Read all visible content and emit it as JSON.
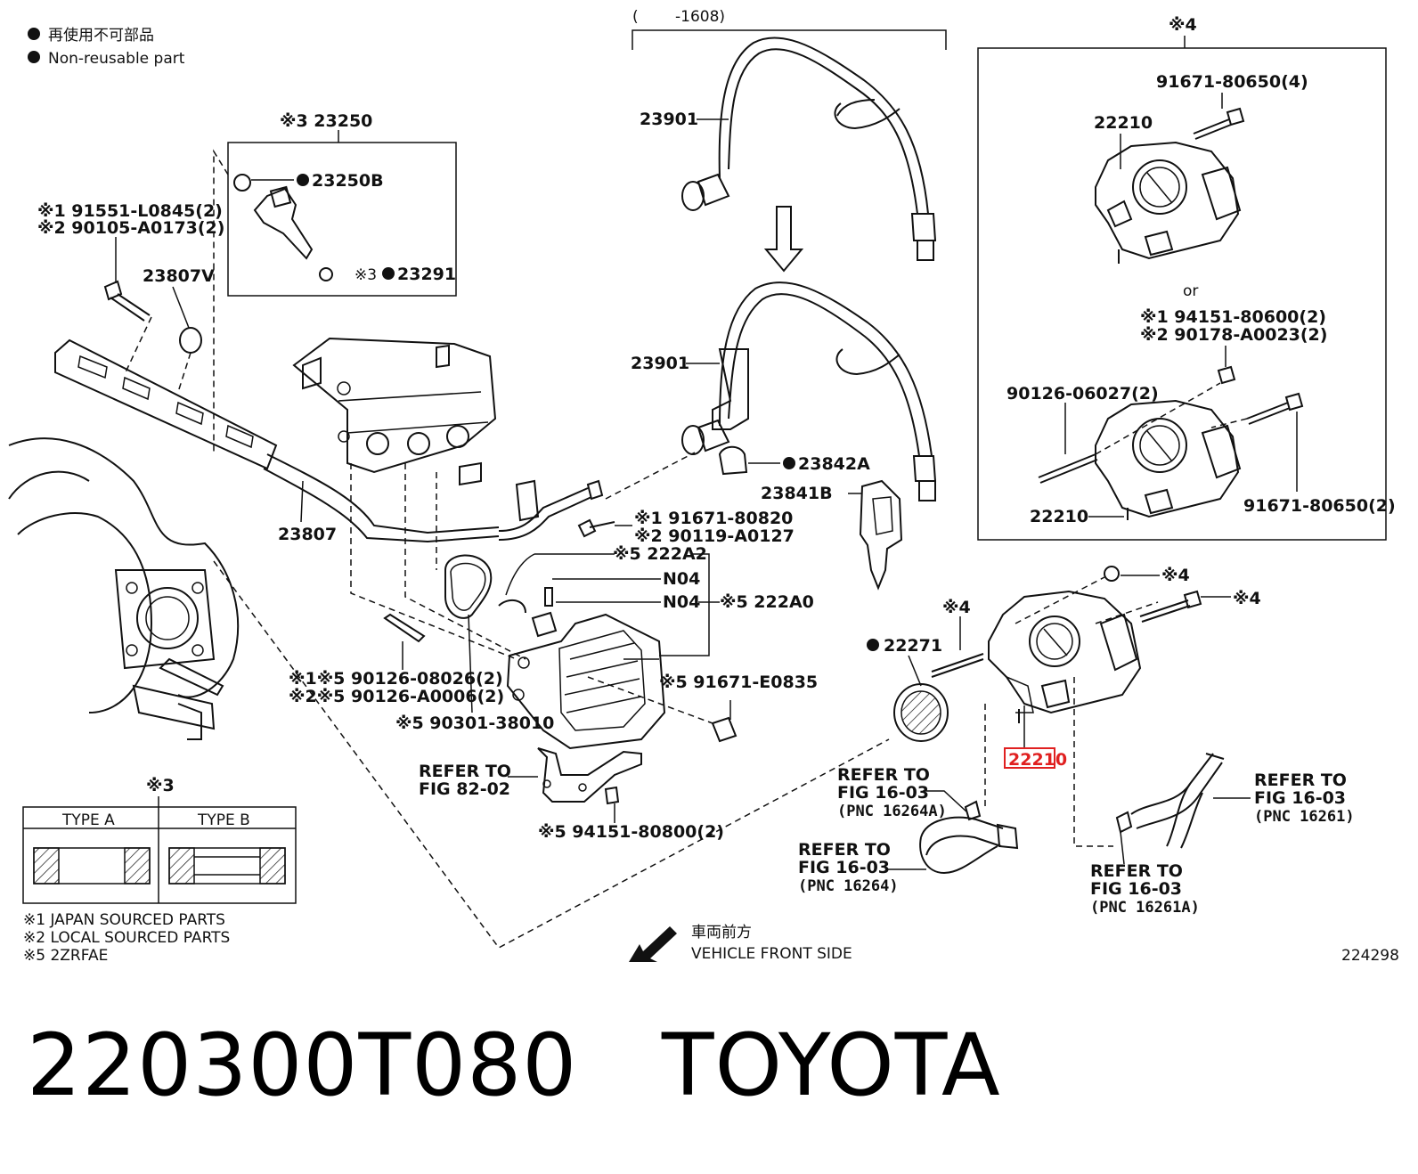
{
  "legend": {
    "nonreusable_jp": "再使用不可部品",
    "nonreusable_en": "Non-reusable part"
  },
  "top_range": {
    "paren_open": "(",
    "range": "-1608)"
  },
  "labels": {
    "p23250": "※3 23250",
    "p23250B": "23250B",
    "p23291": "※3",
    "p23291b": "23291",
    "bolt1": "※1 91551-L0845(2)",
    "bolt2": "※2 90105-A0173(2)",
    "p23807V": "23807V",
    "p23807": "23807",
    "p23901a": "23901",
    "p23901b": "23901",
    "p23842A": "23842A",
    "p23841B": "23841B",
    "b91671a": "※1 91671-80820",
    "b90119": "※2 90119-A0127",
    "p222A2": "※5 222A2",
    "n04a": "N04",
    "n04b": "N04",
    "p222A0": "※5 222A0",
    "s90126a": "※1※5 90126-08026(2)",
    "s90126b": "※2※5 90126-A0006(2)",
    "g90301": "※5 90301-38010",
    "b91671e": "※5 91671-E0835",
    "refer82_1": "REFER TO",
    "refer82_2": "FIG 82-02",
    "n94151": "※5 94151-80800(2)",
    "p22271": "22271",
    "mark4a": "※4",
    "mark4b": "※4",
    "mark4c": "※4",
    "p22210_main": "22210",
    "ref16264A_1": "REFER TO",
    "ref16264A_2": "FIG 16-03",
    "ref16264A_3": "(PNC 16264A)",
    "ref16264_1": "REFER TO",
    "ref16264_2": "FIG 16-03",
    "ref16264_3": "(PNC 16264)",
    "ref16261A_1": "REFER TO",
    "ref16261A_2": "FIG 16-03",
    "ref16261A_3": "(PNC 16261A)",
    "ref16261_1": "REFER TO",
    "ref16261_2": "FIG 16-03",
    "ref16261_3": "(PNC 16261)",
    "direction_jp": "車両前方",
    "direction_en": "VEHICLE FRONT SIDE",
    "fig_number": "224298"
  },
  "inset": {
    "mark": "※4",
    "b91671_4": "91671-80650(4)",
    "p22210a": "22210",
    "or": "or",
    "b94151": "※1 94151-80600(2)",
    "b90178": "※2 90178-A0023(2)",
    "s90126": "90126-06027(2)",
    "p22210b": "22210",
    "b91671_2": "91671-80650(2)"
  },
  "type_table": {
    "mark": "※3",
    "type_a": "TYPE A",
    "type_b": "TYPE B"
  },
  "notes": {
    "n1": "※1 JAPAN SOURCED PARTS",
    "n2": "※2 LOCAL SOURCED PARTS",
    "n5": "※5 2ZRFAE"
  },
  "caption": {
    "part_number": "220300T080",
    "brand": "TOYOTA"
  },
  "colors": {
    "highlight": "#e02020",
    "ink": "#111111"
  }
}
